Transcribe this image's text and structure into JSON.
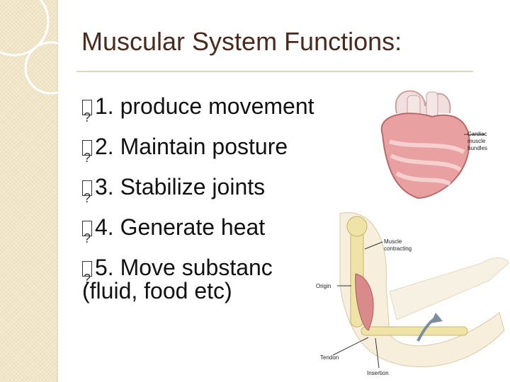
{
  "slide": {
    "title": "Muscular System Functions:",
    "bullets": [
      {
        "text": "1. produce movement"
      },
      {
        "text": "2. Maintain posture"
      },
      {
        "text": "3. Stabilize joints"
      },
      {
        "text": "4. Generate heat"
      },
      {
        "text": "5. Move substanc"
      }
    ],
    "continuation": "(fluid, food etc)"
  },
  "heart_figure": {
    "label_line1": "Cardiac",
    "label_line2": "muscle",
    "label_line3": "bundles"
  },
  "arm_figure": {
    "muscle_label_line1": "Muscle",
    "muscle_label_line2": "contracting",
    "origin_label": "Origin",
    "tendon_label": "Tendon",
    "insertion_label": "Insertion"
  },
  "colors": {
    "title": "#4a2a1c",
    "sidebar": "#f3ead0",
    "muscle": "#d98b8b",
    "bone": "#efe3a8"
  }
}
